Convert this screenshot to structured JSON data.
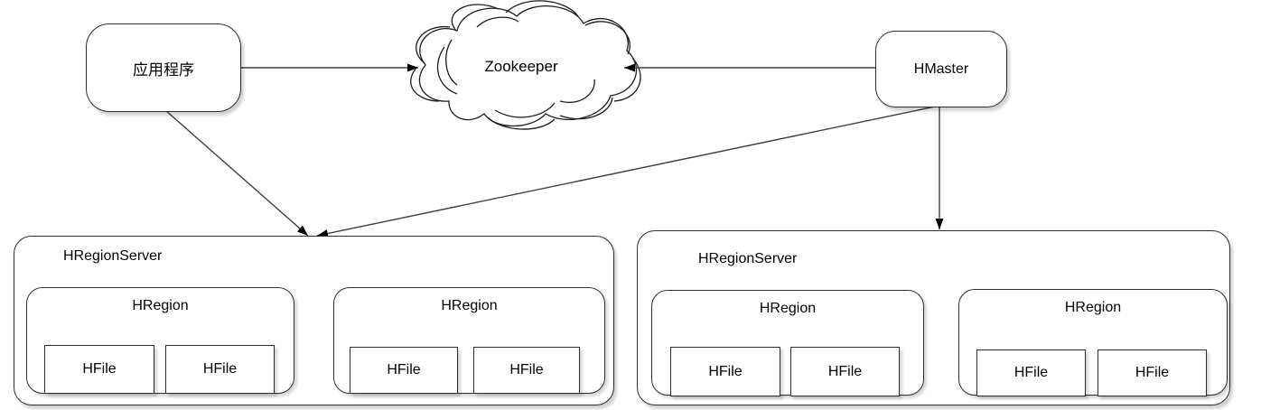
{
  "nodes": {
    "app": {
      "label": "应用程序"
    },
    "zookeeper": {
      "label": "Zookeeper"
    },
    "hmaster": {
      "label": "HMaster"
    },
    "servers": [
      {
        "label": "HRegionServer",
        "regions": [
          {
            "label": "HRegion",
            "hfiles": [
              {
                "label": "HFile"
              },
              {
                "label": "HFile"
              }
            ]
          },
          {
            "label": "HRegion",
            "hfiles": [
              {
                "label": "HFile"
              },
              {
                "label": "HFile"
              }
            ]
          }
        ]
      },
      {
        "label": "HRegionServer",
        "regions": [
          {
            "label": "HRegion",
            "hfiles": [
              {
                "label": "HFile"
              },
              {
                "label": "HFile"
              }
            ]
          },
          {
            "label": "HRegion",
            "hfiles": [
              {
                "label": "HFile"
              },
              {
                "label": "HFile"
              }
            ]
          }
        ]
      }
    ]
  },
  "edges": [
    {
      "from": "应用程序",
      "to": "Zookeeper"
    },
    {
      "from": "HMaster",
      "to": "Zookeeper"
    },
    {
      "from": "应用程序",
      "to": "HRegionServer (left)"
    },
    {
      "from": "HMaster",
      "to": "HRegionServer (left)"
    },
    {
      "from": "HMaster",
      "to": "HRegionServer (right)"
    }
  ],
  "colors": {
    "stroke": "#2e2e2e",
    "line": "#404040",
    "arrowhead": "#000000",
    "background": "#ffffff"
  }
}
